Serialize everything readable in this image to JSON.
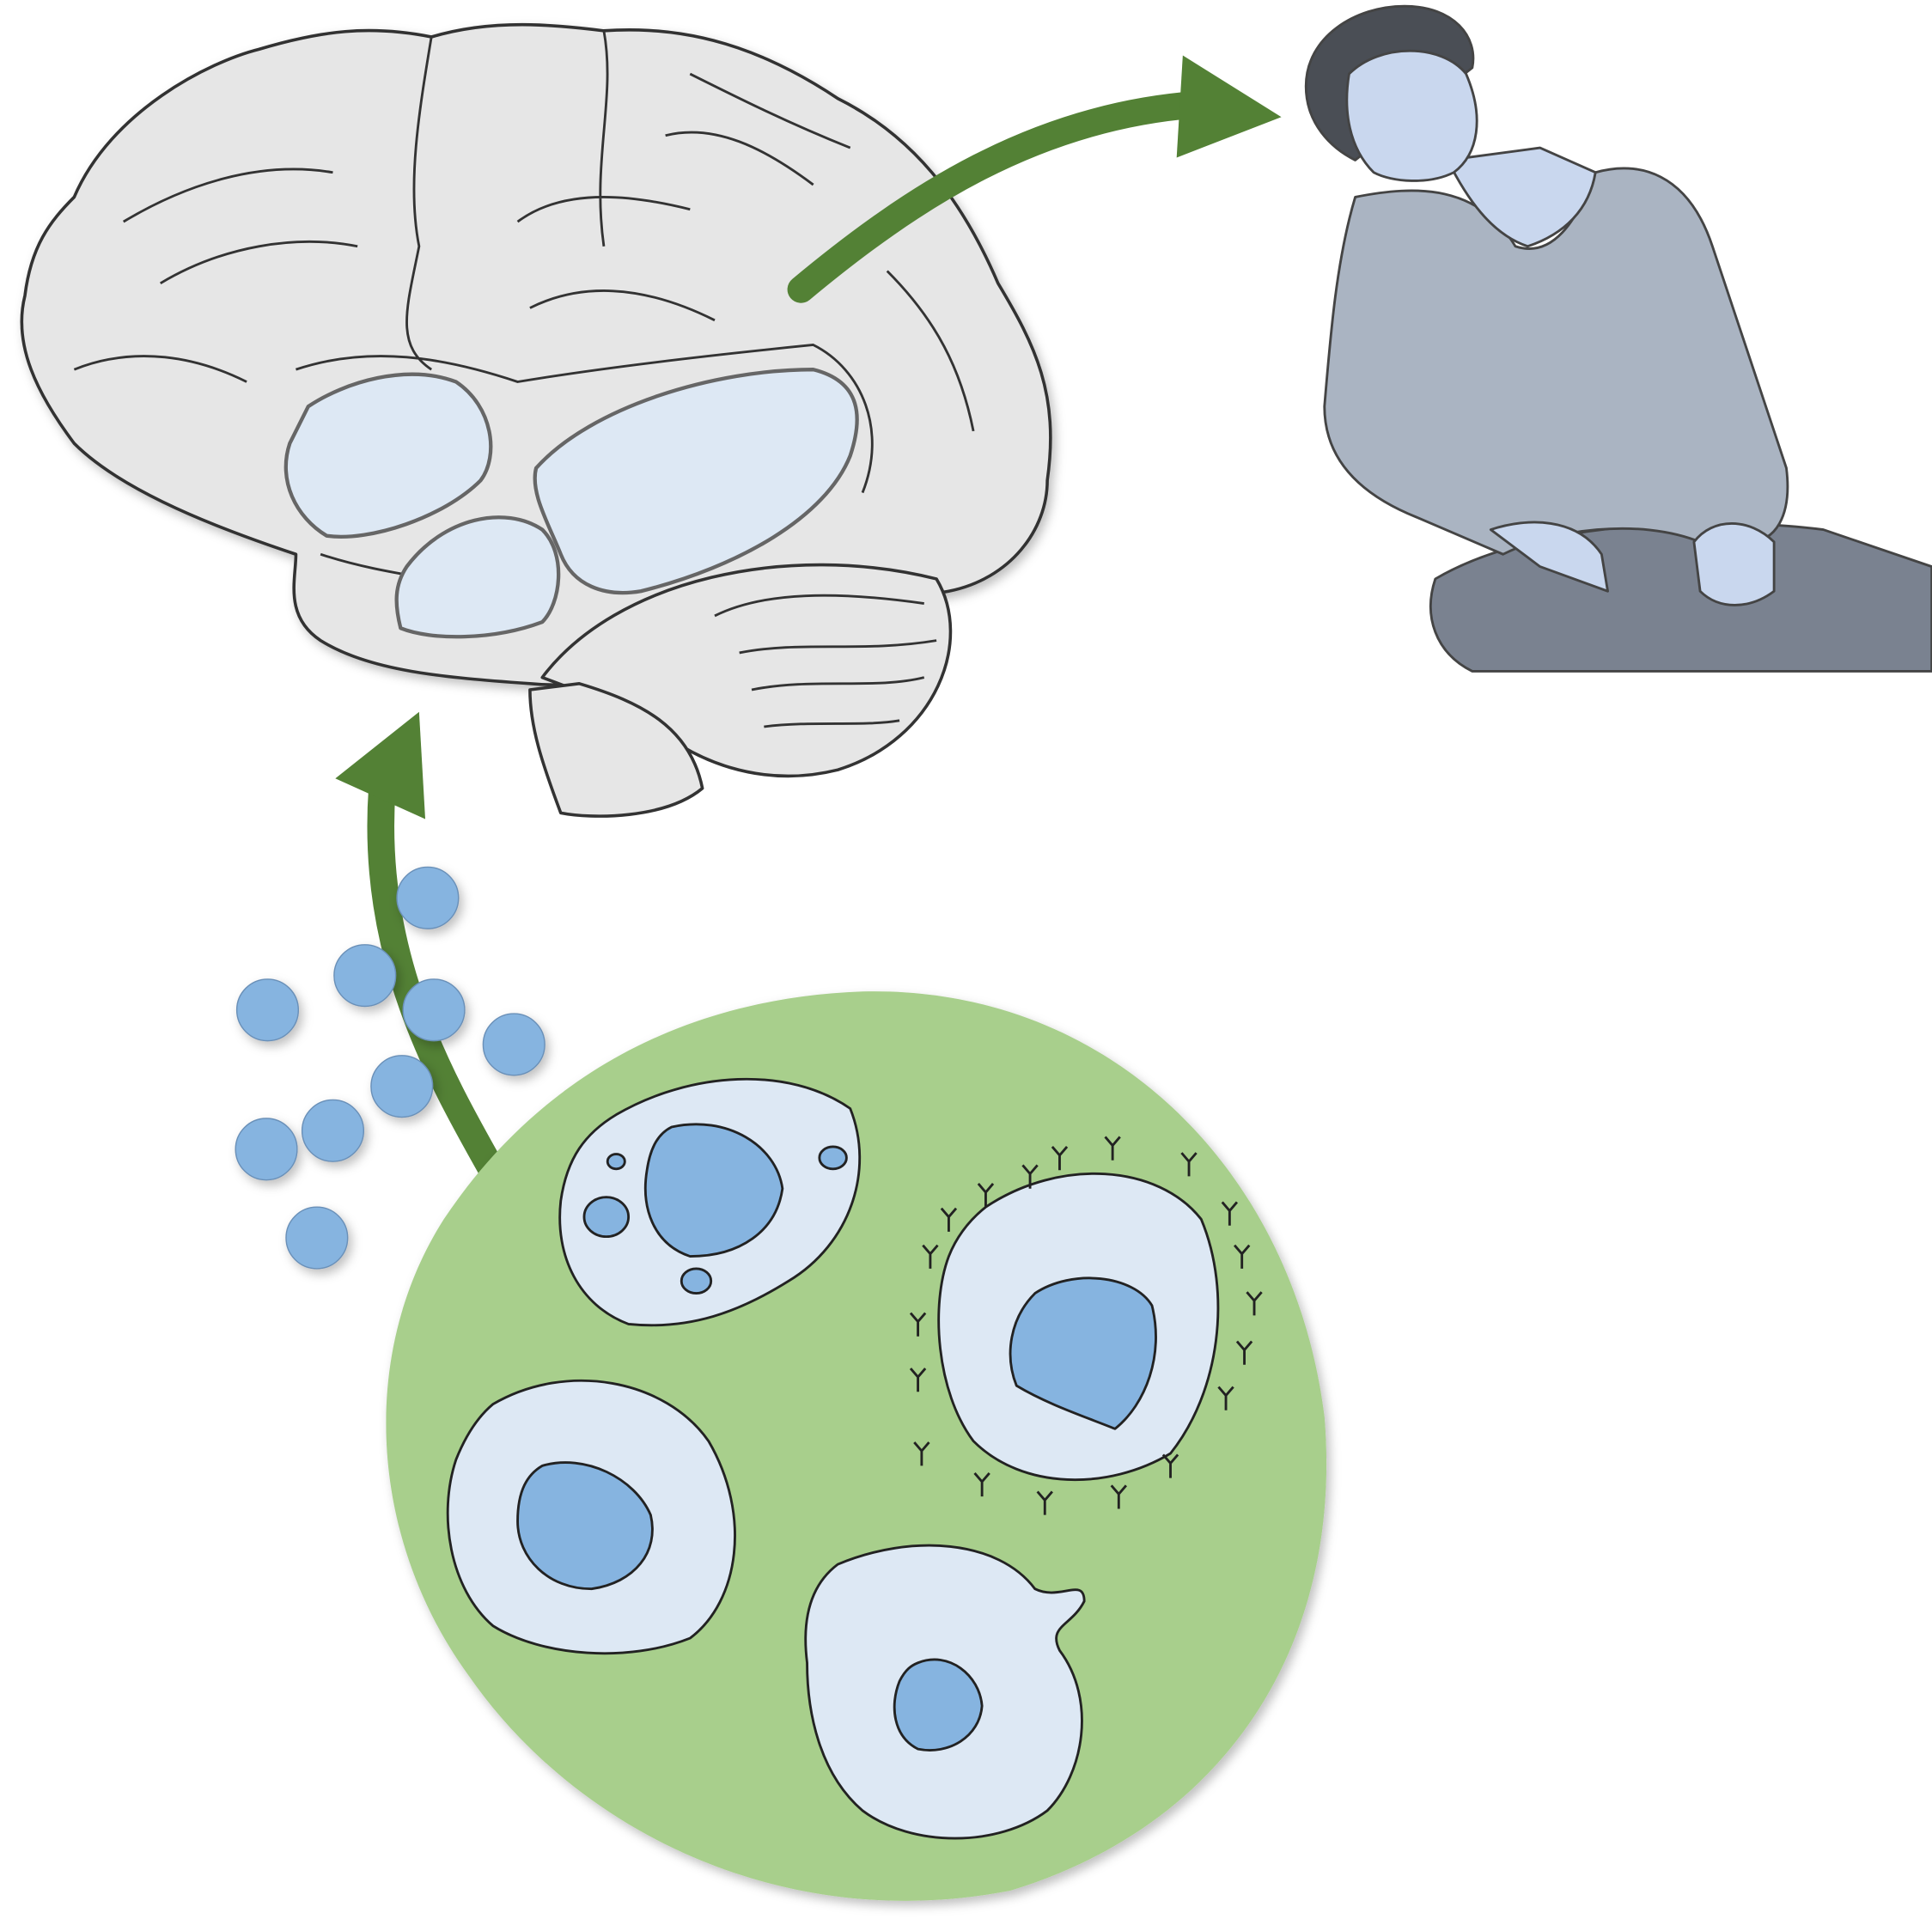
{
  "colors": {
    "background": "#ffffff",
    "brain_fill": "#e6e6e6",
    "outline": "#333333",
    "highlight_region": "#dde8f4",
    "arrow": "#538135",
    "tissue": "#a8cf8c",
    "cell_body": "#dde8f4",
    "nucleus": "#86b4e0",
    "molecule": "#86b4e0",
    "person_skin": "#c9d7ee",
    "person_shirt": "#aab4c2",
    "person_pants": "#7a8290",
    "person_hair": "#4a4e55"
  },
  "icons": {
    "brain": "brain-illustration",
    "person": "drowsy-person-illustration",
    "cells": "immune-cells-illustration",
    "molecules": "molecule-dots"
  }
}
